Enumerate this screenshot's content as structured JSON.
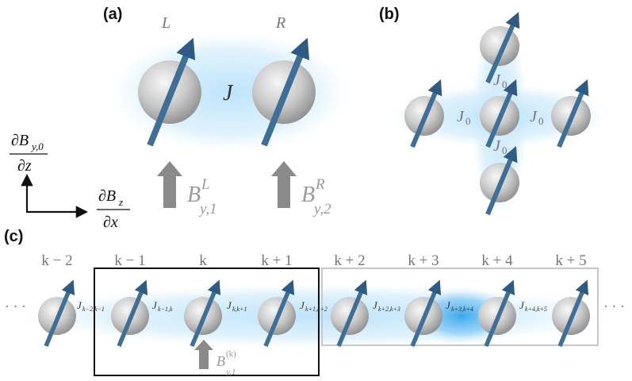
{
  "panels": {
    "a": {
      "label": "(a)",
      "site_left": "L",
      "site_right": "R",
      "coupling": "J",
      "field_left": {
        "base": "B",
        "sup": "L",
        "sub": "y,1"
      },
      "field_right": {
        "base": "B",
        "sup": "R",
        "sub": "y,2"
      }
    },
    "b": {
      "label": "(b)",
      "coupling": {
        "base": "J",
        "sub": "0"
      }
    },
    "c": {
      "label": "(c)",
      "ellipsis": "· · ·",
      "sites": [
        "k − 2",
        "k − 1",
        "k",
        "k + 1",
        "k + 2",
        "k + 3",
        "k + 4",
        "k + 5"
      ],
      "couplings": [
        {
          "base": "J",
          "sub": "k−2,k−1"
        },
        {
          "base": "J",
          "sub": "k−1,k"
        },
        {
          "base": "J",
          "sub": "k,k+1"
        },
        {
          "base": "J",
          "sub": "k+1,k+2"
        },
        {
          "base": "J",
          "sub": "k+2,k+3"
        },
        {
          "base": "J",
          "sub": "k+3,k+4"
        },
        {
          "base": "J",
          "sub": "k+4,k+5"
        }
      ],
      "field": {
        "base": "B",
        "sup": "(k)",
        "sub": "y,1"
      }
    }
  },
  "axes": {
    "vertical": {
      "numerator": "∂B",
      "numerator_sub": "y,0",
      "denominator": "∂z"
    },
    "horizontal": {
      "numerator": "∂B",
      "numerator_sub": "z",
      "denominator": "∂x"
    }
  },
  "colors": {
    "arrow": "#3f6f96",
    "arrow_head": "#2e5b82",
    "glow": "#9fd3f5",
    "glow_strong": "#3fb1f0",
    "sphere_light": "#f2f2f2",
    "sphere_dark": "#8e8e8e",
    "field_arrow": "#8a8a8a"
  }
}
